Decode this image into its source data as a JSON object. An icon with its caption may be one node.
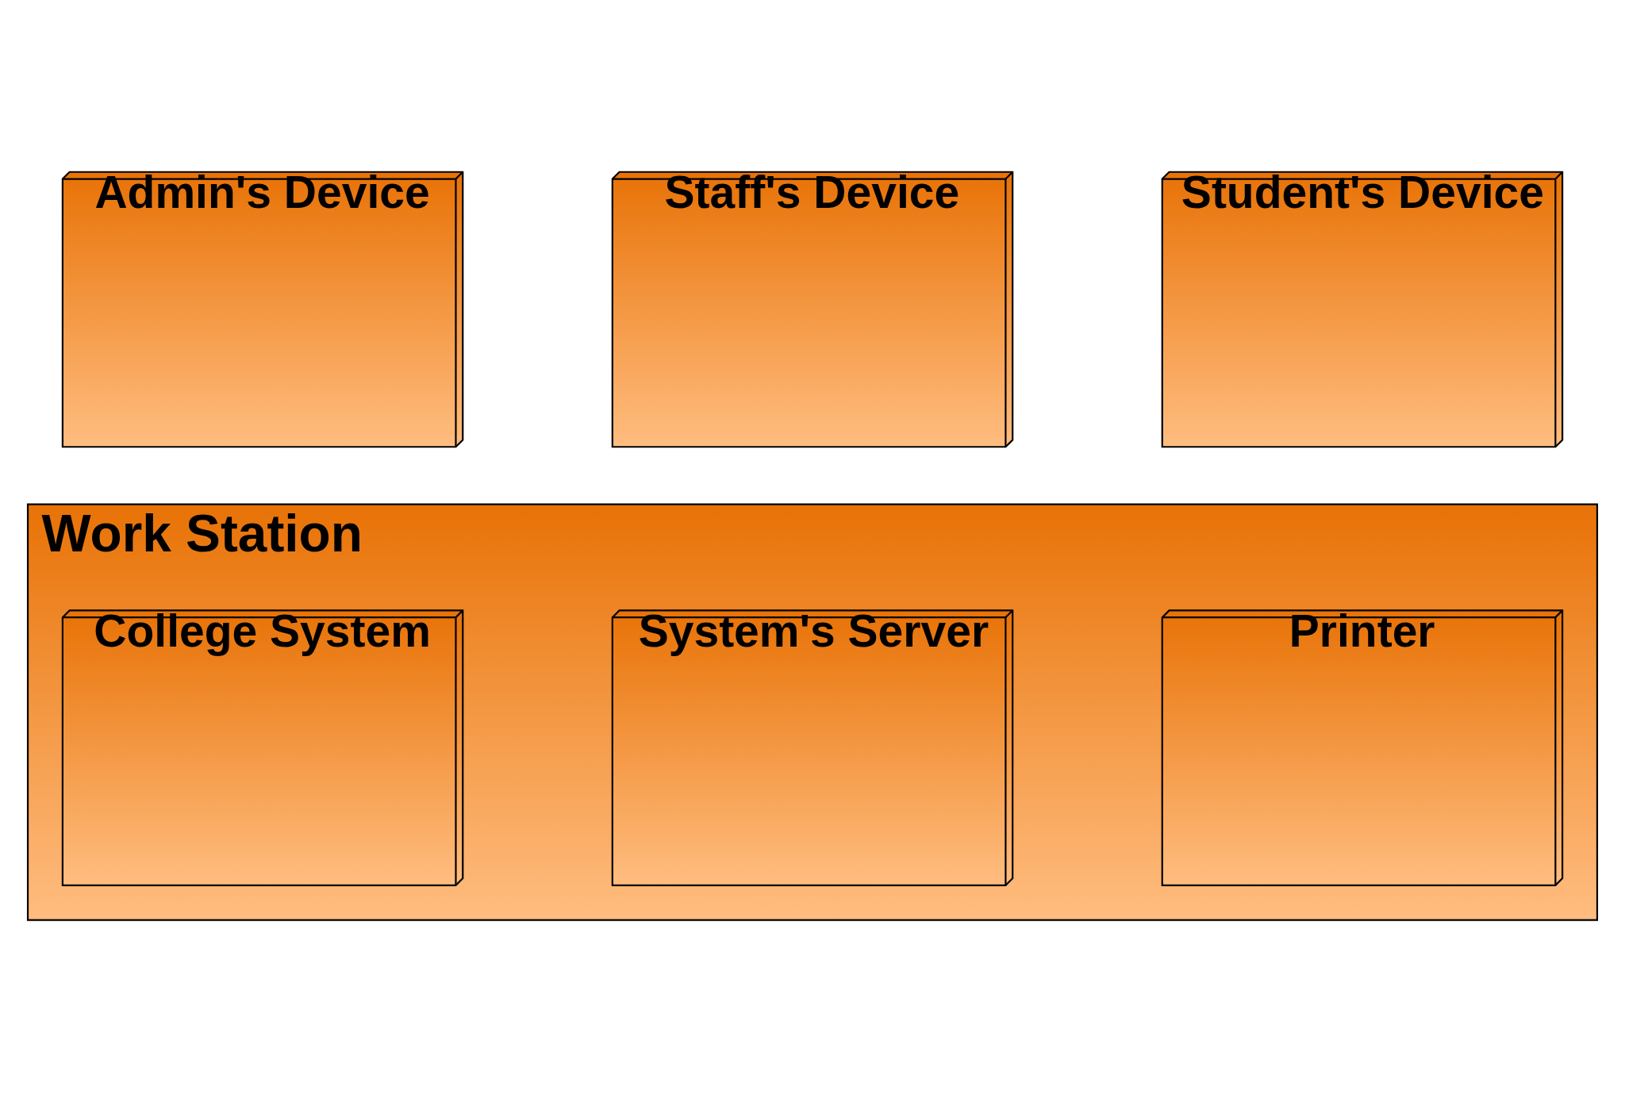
{
  "diagram": {
    "nodes": [
      {
        "text": [
          "Admin's Device"
        ]
      },
      {
        "text": [
          "Staff's Device"
        ]
      },
      {
        "text": [
          "Student's Device"
        ]
      },
      {
        "text": [
          "Work Station"
        ]
      },
      {
        "text": [
          "College System"
        ],
        "in": 3
      },
      {
        "text": [
          "System's Server"
        ],
        "in": 3
      },
      {
        "text": [
          "Printer"
        ],
        "in": 3
      }
    ],
    "edges": []
  }
}
